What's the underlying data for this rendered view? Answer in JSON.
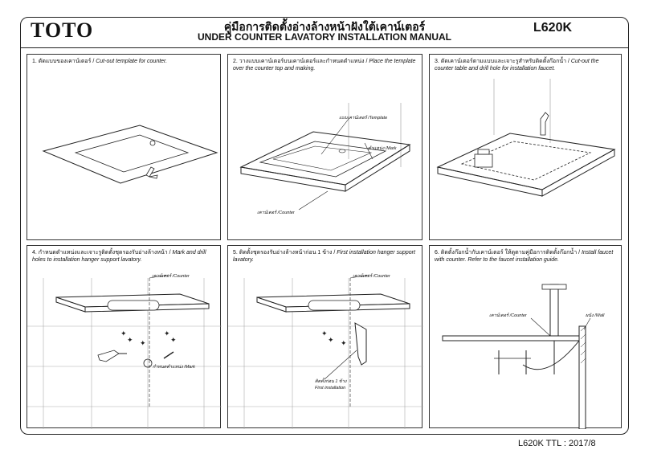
{
  "header": {
    "logo": "TOTO",
    "title_thai": "คู่มือการติดตั้งอ่างล้างหน้าฝังใต้เคาน์เตอร์",
    "title_en": "UNDER COUNTER LAVATORY INSTALLATION MANUAL",
    "model": "L620K"
  },
  "steps": [
    {
      "num": "1.",
      "text_thai": "ตัดแบบของเคาน์เตอร์",
      "text_en": "Cut-out template for counter.",
      "labels": {}
    },
    {
      "num": "2.",
      "text_thai": "วางแบบเคาน์เตอร์บนเคาน์เตอร์และกำหนดตำแหน่ง",
      "text_en": "Place the template over the counter top and making.",
      "labels": {
        "template": "แบบเคาน์เตอร์ /Template",
        "mark": "ตำแหน่ง /Mark",
        "counter": "เคาน์เตอร์ /Counter"
      }
    },
    {
      "num": "3.",
      "text_thai": "ตัดเคาน์เตอร์ตามแบบและเจาะรูสำหรับติดตั้งก๊อกน้ำ",
      "text_en": "Cut-out the counter table and drill hole for installation faucet.",
      "labels": {}
    },
    {
      "num": "4.",
      "text_thai": "กำหนดตำแหน่งและเจาะรูติดตั้งชุดรองรับอ่างล้างหน้า",
      "text_en": "Mark and drill holes to installation hanger support lavatory.",
      "labels": {
        "counter": "เคาน์เตอร์ /Counter",
        "mark": "กำหนดตำแหน่ง /Mark"
      }
    },
    {
      "num": "5.",
      "text_thai": "ติดตั้งชุดรองรับอ่างล้างหน้าก่อน 1 ข้าง",
      "text_en": "First installation hanger support lavatory.",
      "labels": {
        "counter": "เคาน์เตอร์ /Counter",
        "first": "ติดตั้งก่อน 1 ข้าง",
        "first_en": "First installation"
      }
    },
    {
      "num": "6.",
      "text_thai": "ติดตั้งก๊อกน้ำกับเคาน์เตอร์ ให้ดูตามคู่มือการติดตั้งก๊อกน้ำ",
      "text_en": "Install faucet with counter. Refer to the faucet installation guide.",
      "labels": {
        "counter": "เคาน์เตอร์ /Counter",
        "wall": "ผนัง /Wall"
      }
    }
  ],
  "footer": {
    "text": "L620K  TTL : 2017/8"
  }
}
